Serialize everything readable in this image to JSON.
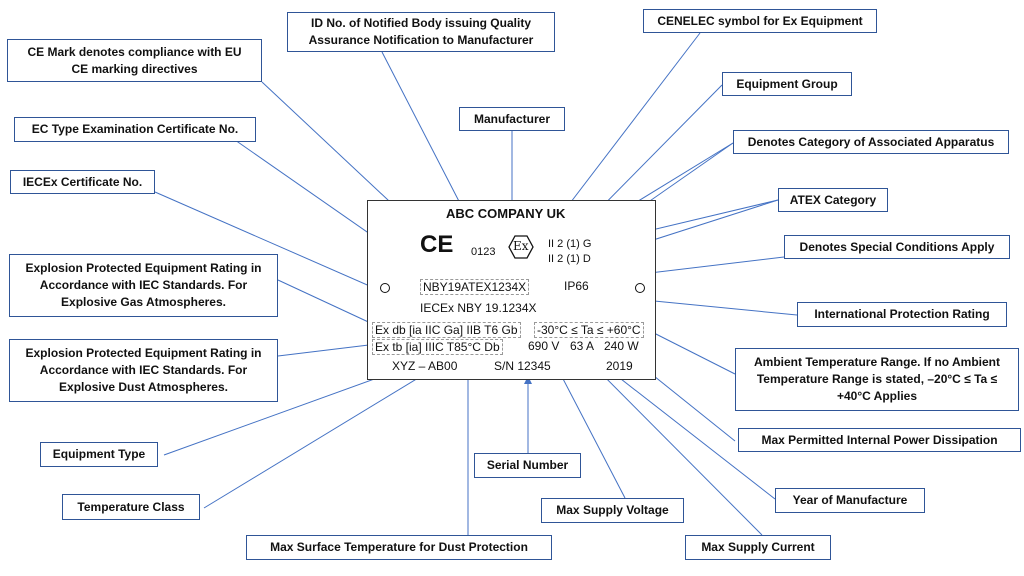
{
  "plate": {
    "company": "ABC COMPANY UK",
    "ce_mark": "CE",
    "notified_body_no": "0123",
    "ex_symbol": "Ex",
    "group_gas": "II 2 (1) G",
    "group_dust": "II 2 (1) D",
    "atex_cert": "NBY19ATEX1234X",
    "ip_rating": "IP66",
    "iecex_cert": "IECEx  NBY 19.1234X",
    "gas_rating": "Ex db [ia IIC Ga] IIB T6 Gb",
    "ambient": "-30°C ≤ Ta ≤ +60°C",
    "dust_rating": "Ex tb [ia] IIIC T85°C Db",
    "voltage": "690 V",
    "current": "63 A",
    "power": "240 W",
    "equipment_type": "XYZ – AB00",
    "serial": "S/N 12345",
    "year": "2019"
  },
  "callouts": {
    "ce_mark": "CE Mark denotes compliance with EU\nCE marking directives",
    "notified_body": "ID No. of Notified Body issuing Quality\nAssurance Notification to Manufacturer",
    "cenelec": "CENELEC symbol for Ex Equipment",
    "equipment_group": "Equipment Group",
    "ec_type_cert": "EC Type Examination Certificate No.",
    "manufacturer": "Manufacturer",
    "assoc_apparatus": "Denotes Category of Associated Apparatus",
    "iecex_cert": "IECEx Certificate No.",
    "atex_category": "ATEX Category",
    "special_conditions": "Denotes Special Conditions Apply",
    "gas_rating": "Explosion Protected Equipment Rating in\nAccordance with IEC Standards. For\nExplosive Gas Atmospheres.",
    "ip_rating": "International Protection Rating",
    "dust_rating": "Explosion Protected Equipment Rating in\nAccordance with IEC Standards. For\nExplosive Dust Atmospheres.",
    "ambient_range": "Ambient Temperature Range. If no Ambient\nTemperature Range is stated, –20°C ≤ Ta ≤\n+40°C Applies",
    "power_dissipation": "Max Permitted Internal Power Dissipation",
    "equipment_type": "Equipment Type",
    "serial_number": "Serial Number",
    "year": "Year of Manufacture",
    "temp_class": "Temperature Class",
    "supply_voltage": "Max Supply Voltage",
    "supply_current": "Max Supply Current",
    "surface_temp": "Max Surface Temperature for Dust Protection"
  },
  "colors": {
    "accent": "#2f5597",
    "line": "#4472c4"
  }
}
